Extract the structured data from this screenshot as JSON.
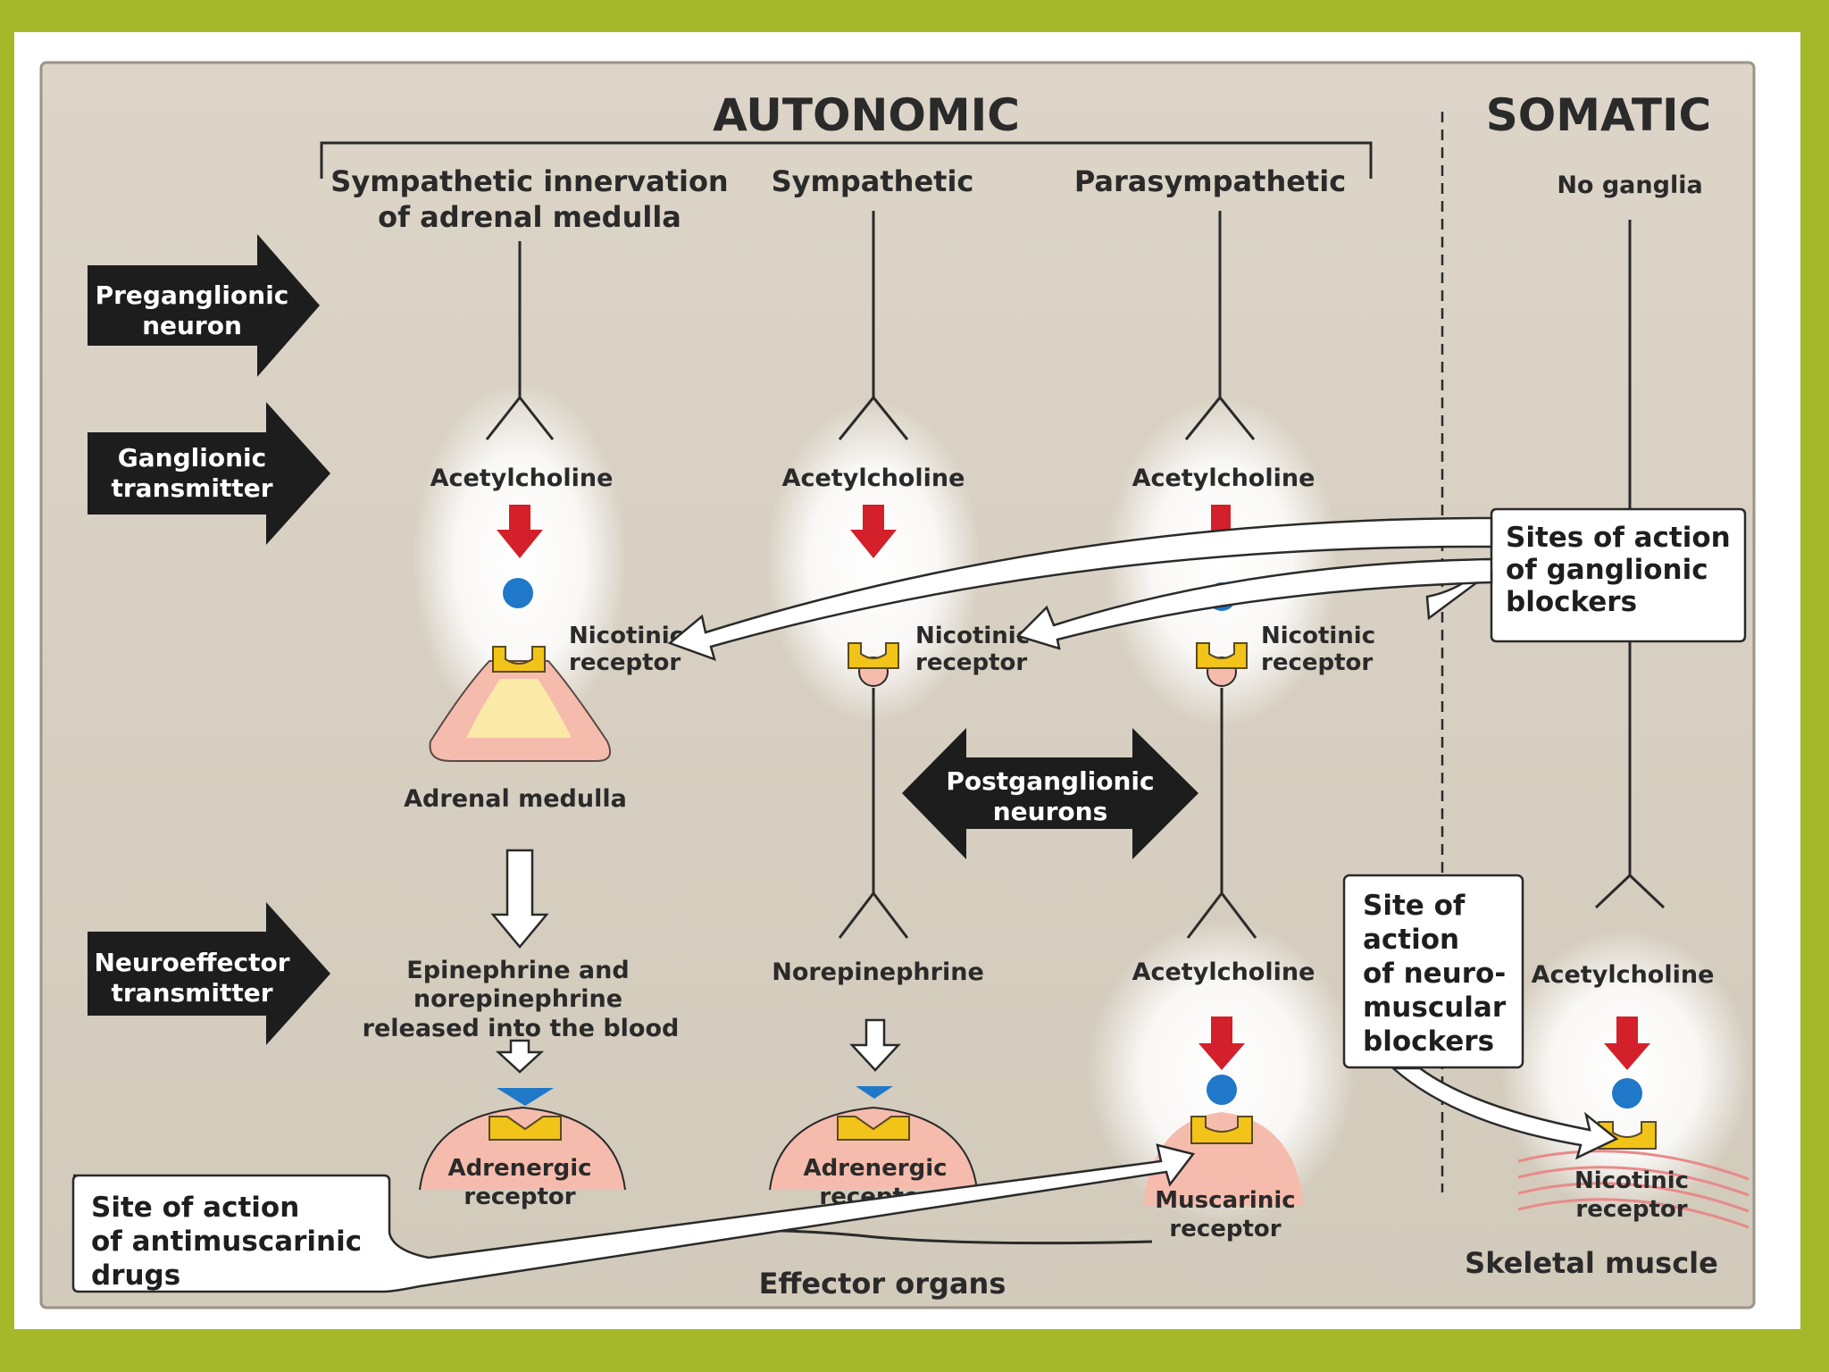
{
  "header": {
    "autonomic": "AUTONOMIC",
    "somatic": "SOMATIC",
    "col_adrenal": [
      "Sympathetic innervation",
      "of adrenal medulla"
    ],
    "col_sympathetic": "Sympathetic",
    "col_parasympathetic": "Parasympathetic",
    "col_somatic": "No ganglia"
  },
  "row_labels": {
    "preganglionic": [
      "Preganglionic",
      "neuron"
    ],
    "ganglionic": [
      "Ganglionic",
      "transmitter"
    ],
    "neuroeffector": [
      "Neuroeffector",
      "transmitter"
    ]
  },
  "transmitters": {
    "acetylcholine": "Acetylcholine",
    "norepinephrine": "Norepinephrine",
    "epinephrine": [
      "Epinephrine and",
      "norepinephrine",
      "released into the blood"
    ]
  },
  "receptors": {
    "nicotinic": [
      "Nicotinic",
      "receptor"
    ],
    "adrenergic": [
      "Adrenergic",
      "receptor"
    ],
    "muscarinic": [
      "Muscarinic",
      "receptor"
    ]
  },
  "labels": {
    "adrenal_medulla": "Adrenal medulla",
    "postganglionic": [
      "Postganglionic",
      "neurons"
    ],
    "effector_organs": "Effector organs",
    "skeletal_muscle": "Skeletal muscle"
  },
  "callouts": {
    "ganglionic_blockers": [
      "Sites of action",
      "of ganglionic",
      "blockers"
    ],
    "neuromuscular_blockers": [
      "Site of",
      "action",
      "of neuro-",
      "muscular",
      "blockers"
    ],
    "antimuscarinic": [
      "Site of action",
      "of antimuscarinic",
      "drugs"
    ]
  },
  "colors": {
    "frame_green": "#a5b82a",
    "panel": "#d9d2c5",
    "arrow_red": "#d4202a",
    "ligand_blue": "#1f78c8",
    "receptor_gold": "#f2c318",
    "tissue_pink": "#f5bcae",
    "dark_arrow": "#1d1d1d"
  }
}
